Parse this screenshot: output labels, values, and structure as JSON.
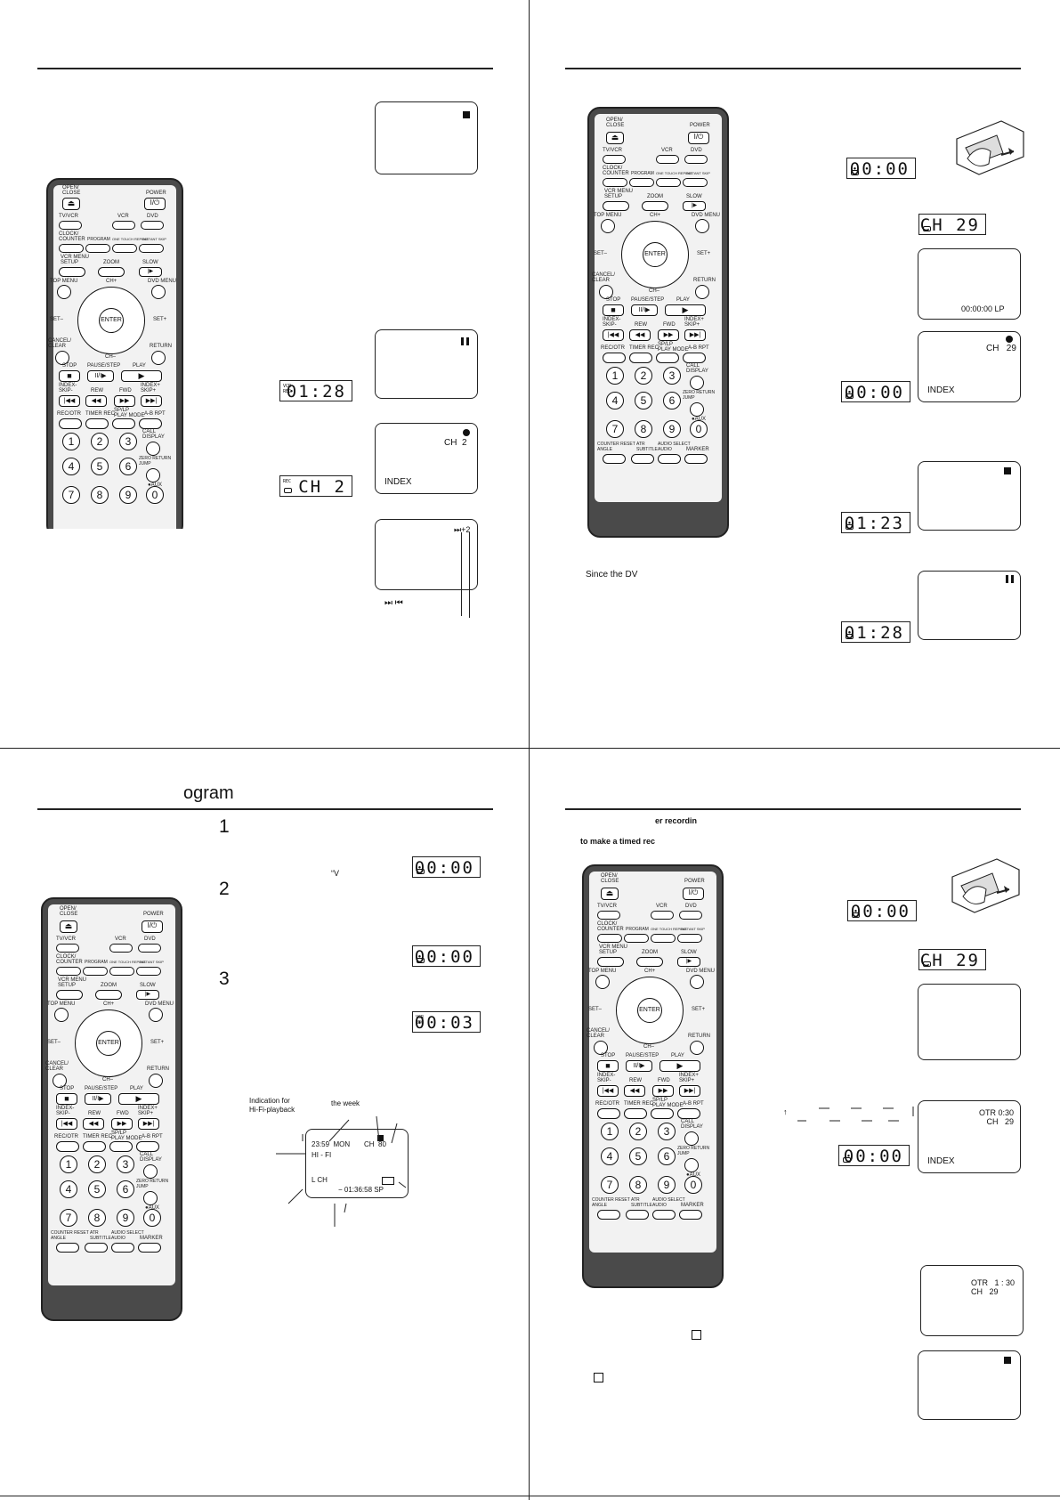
{
  "panels": {
    "bottom_left": {
      "heading_fragment": "ogram",
      "steps": [
        "1",
        "2",
        "3"
      ],
      "stray_text": "“V"
    },
    "top_right": {
      "note_fragment": "Since the DV"
    },
    "bottom_right": {
      "heading_fragment": "er recordin",
      "sub_fragment": "to make a timed rec"
    }
  },
  "remote": {
    "open_close": "OPEN/\nCLOSE",
    "power": "POWER",
    "power_symbol": "I/⏻",
    "eject_symbol": "⏏",
    "tv_vcr": "TV/VCR",
    "vcr": "VCR",
    "dvd": "DVD",
    "clock_counter": "CLOCK/\nCOUNTER",
    "program": "PROGRAM",
    "one_touch_repeat": "ONE TOUCH REPEAT",
    "instant_skip": "INSTANT SKIP",
    "vcr_menu_setup": "VCR MENU\nSETUP",
    "zoom": "ZOOM",
    "slow": "SLOW",
    "top_menu": "TOP MENU",
    "ch_plus": "CH+",
    "dvd_menu": "DVD MENU",
    "set_minus": "SET–",
    "enter": "ENTER",
    "set_plus": "SET+",
    "cancel_clear": "CANCEL/\nCLEAR",
    "ch_minus": "CH–",
    "return": "RETURN",
    "stop": "STOP",
    "pause_step": "PAUSE/STEP",
    "play": "PLAY",
    "index_skip_minus": "INDEX-\nSKIP-",
    "rew": "REW",
    "fwd": "FWD",
    "index_skip_plus": "INDEX+\nSKIP+",
    "rec_otr": "REC/OTR",
    "timer_rec": "TIMER REC",
    "sp_lp_play_mode": "SP/LP\nPLAY MODE",
    "ab_rpt": "A-B RPT",
    "call_display": "CALL\nDISPLAY",
    "zero_return_jump": "ZERO RETURN\nJUMP",
    "aux": "●AUX",
    "counter_reset_angle": "COUNTER RESET\nANGLE",
    "atr_subtitle": "ATR\nSUBTITLE",
    "audio_select_audio": "AUDIO SELECT\nAUDIO",
    "marker": "MARKER",
    "digits": [
      "1",
      "2",
      "3",
      "4",
      "5",
      "6",
      "7",
      "8",
      "9",
      "0"
    ]
  },
  "tl": {
    "lcd1": "01:28",
    "lcd1_tag": "VCR\nREC",
    "lcd2": "CH  2",
    "lcd2_tag": "REC",
    "screen_ch": "CH  2",
    "screen_index": "INDEX",
    "screen_skip": "⏭+2",
    "skip_symbols": "⏭   ⏮"
  },
  "tr": {
    "lcd_0000": "00:00",
    "lcd_ch": "CH 29",
    "screen_counter": "00:00:00 LP",
    "screen_ch": "CH   29",
    "screen_index": "INDEX",
    "lcd_0000b": "00:00",
    "lcd_0123": "01:23",
    "lcd_0128": "01:28"
  },
  "bl": {
    "lcd1": "00:00",
    "lcd2": "00:00",
    "lcd3": "00:03",
    "lcd3_tag": "VCR\nREC",
    "label_hifi_indication": "Indication for\nHi-Fi-playback",
    "label_week": "the week",
    "osd_time": "23:59  MON",
    "osd_ch": "CH  80",
    "osd_hifi": "HI - FI",
    "osd_lch": "L CH",
    "osd_counter": "− 01:36:58 SP"
  },
  "br": {
    "lcd_0000": "00:00",
    "lcd_ch": "CH 29",
    "screen_otr": "OTR 0:30\nCH   29",
    "screen_index": "INDEX",
    "lcd_0000b": "00:00",
    "screen_otr2": "OTR   1 : 30\nCH   29"
  }
}
